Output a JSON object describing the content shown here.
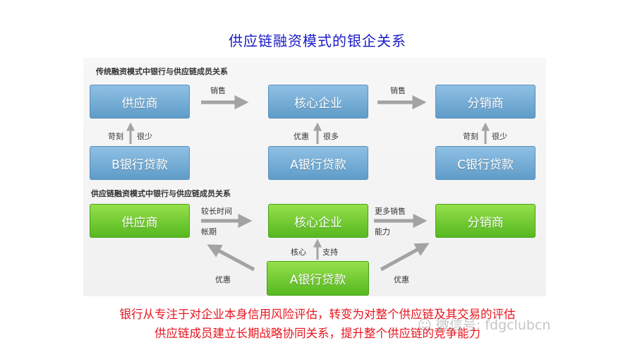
{
  "title": "供应链融资模式的银企关系",
  "colors": {
    "title": "#1a1ac8",
    "blue_box": "#6aa7d3",
    "green_box": "#6cc82c",
    "arrow": "#a3a3a3",
    "footer": "#e8141e"
  },
  "traditional": {
    "heading": "传统融资模式中银行与供应链成员关系",
    "supplier": "供应商",
    "core": "核心企业",
    "distributor": "分销商",
    "bank_b": "B银行贷款",
    "bank_a": "A银行贷款",
    "bank_c": "C银行贷款",
    "sales1": "销售",
    "sales2": "销售",
    "b_left": "苛刻",
    "b_right": "很少",
    "a_left": "优惠",
    "a_right": "很多",
    "c_left": "苛刻",
    "c_right": "很少"
  },
  "scf": {
    "heading": "供应链融资模式中银行与供应链成员关系",
    "supplier": "供应商",
    "core": "核心企业",
    "distributor": "分销商",
    "bank_a": "A银行贷款",
    "arrow1_top": "较长时间",
    "arrow1_bottom": "帐期",
    "arrow2_top": "更多销售",
    "arrow2_bottom": "能力",
    "core_left": "核心",
    "core_right": "支持",
    "pref_left": "优惠",
    "pref_right": "优惠"
  },
  "footer": {
    "line1": "银行从专注于对企业本身信用风险评估，转变为对整个供应链及其交易的评估",
    "line2": "供应链成员建立长期战略协同关系，提升整个供应链的竞争能力"
  },
  "watermark": "微信号: fdgclubcn",
  "icons": [
    "arrow-right-icon",
    "arrow-up-icon",
    "arrow-diagonal-icon",
    "wechat-icon"
  ]
}
